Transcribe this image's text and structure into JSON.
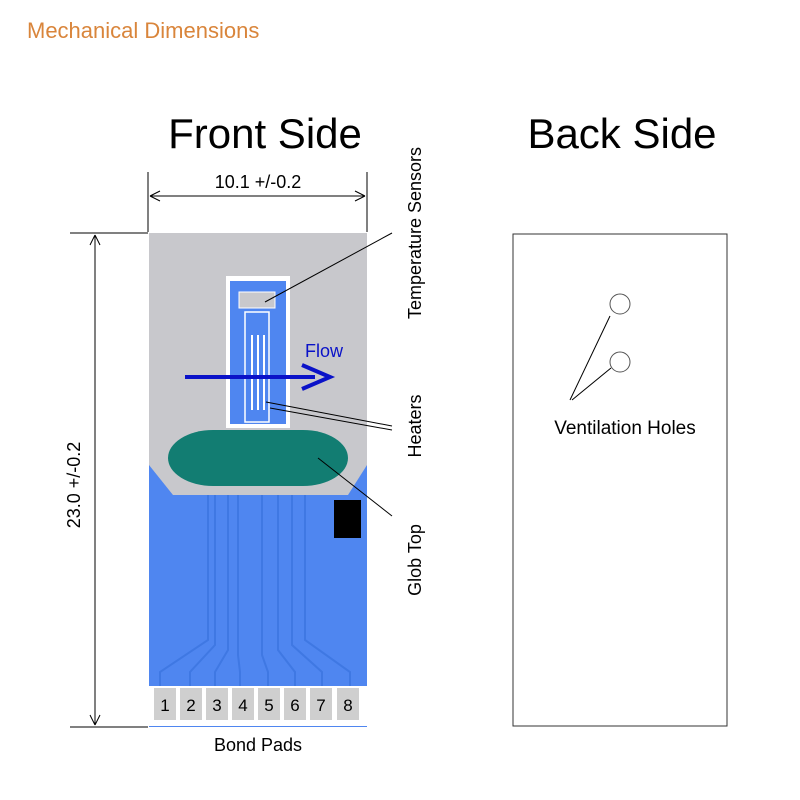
{
  "header": {
    "title": "Mechanical Dimensions"
  },
  "front": {
    "title": "Front Side",
    "width_dim": "10.1 +/-0.2",
    "height_dim": "23.0 +/-0.2",
    "flow_label": "Flow",
    "bond_pads": [
      "1",
      "2",
      "3",
      "4",
      "5",
      "6",
      "7",
      "8"
    ],
    "bond_pads_label": "Bond Pads"
  },
  "callouts": {
    "temperature_sensors": "Temperature Sensors",
    "heaters": "Heaters",
    "glob_top": "Glob Top"
  },
  "back": {
    "title": "Back Side",
    "ventilation_holes": "Ventilation Holes"
  },
  "colors": {
    "header": "#d9853b",
    "substrate_gray": "#c8c8cc",
    "pcb_blue": "#4f86f0",
    "trace_blue": "#3f78e3",
    "glob_top": "#127d72",
    "flow_arrow": "#0a12c8"
  }
}
